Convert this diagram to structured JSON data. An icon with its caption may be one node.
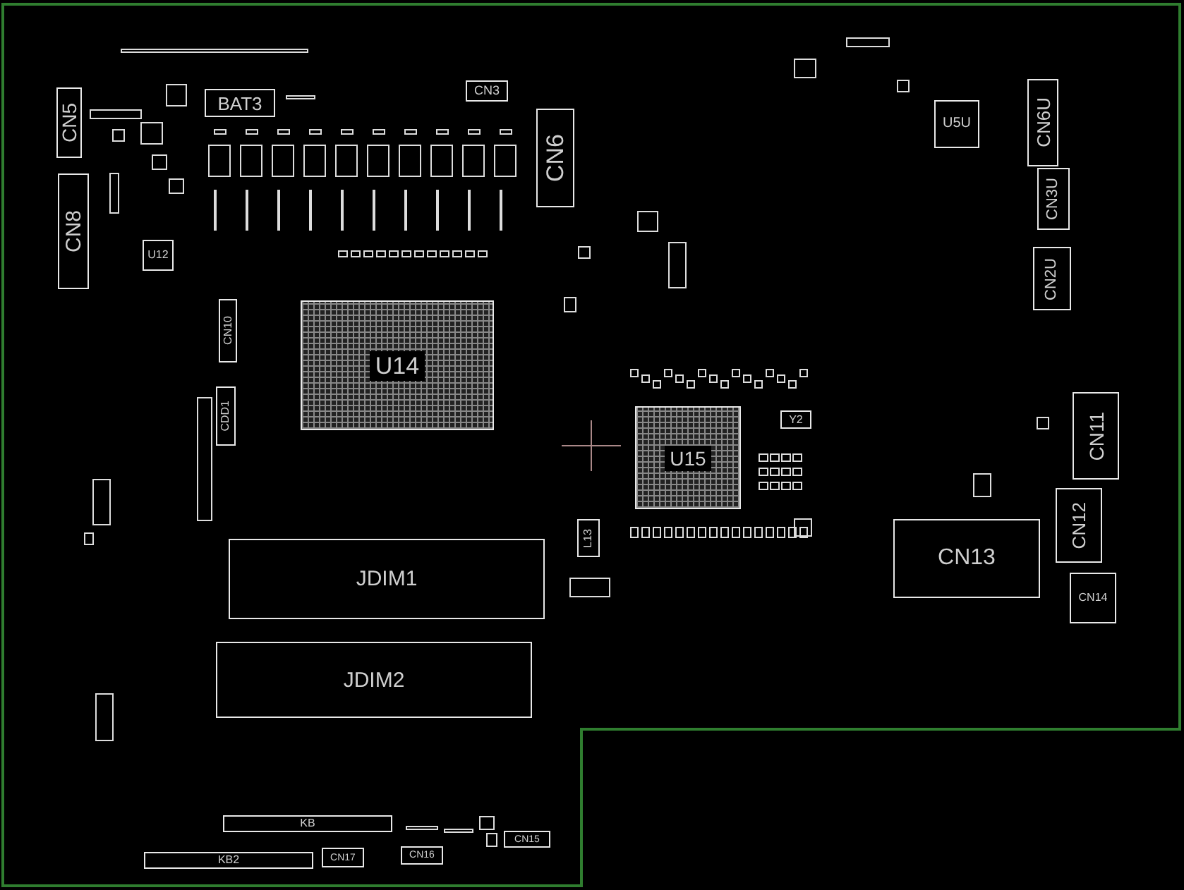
{
  "diagram": {
    "nodes": [
      {
        "text": [
          "CN5"
        ]
      },
      {
        "text": [
          "BAT3"
        ]
      },
      {
        "text": [
          "CN3"
        ]
      },
      {
        "text": [
          "CN6"
        ]
      },
      {
        "text": [
          "U5U"
        ]
      },
      {
        "text": [
          "CN6U"
        ]
      },
      {
        "text": [
          "CN8"
        ]
      },
      {
        "text": [
          "CN3U"
        ]
      },
      {
        "text": [
          "U12"
        ]
      },
      {
        "text": [
          "CN2U"
        ]
      },
      {
        "text": [
          "CN10"
        ]
      },
      {
        "text": [
          "U14"
        ]
      },
      {
        "text": [
          "CDD1"
        ]
      },
      {
        "text": [
          "CN11"
        ]
      },
      {
        "text": [
          "Y2"
        ]
      },
      {
        "text": [
          "U15"
        ]
      },
      {
        "text": [
          "CN12"
        ]
      },
      {
        "text": [
          "L13"
        ]
      },
      {
        "text": [
          "CN13"
        ]
      },
      {
        "text": [
          "JDIM1"
        ]
      },
      {
        "text": [
          "CN14"
        ]
      },
      {
        "text": [
          "JDIM2"
        ]
      },
      {
        "text": [
          "KB"
        ]
      },
      {
        "text": [
          "CN15"
        ]
      },
      {
        "text": [
          "KB2"
        ]
      },
      {
        "text": [
          "CN17"
        ]
      },
      {
        "text": [
          "CN16"
        ]
      }
    ]
  }
}
